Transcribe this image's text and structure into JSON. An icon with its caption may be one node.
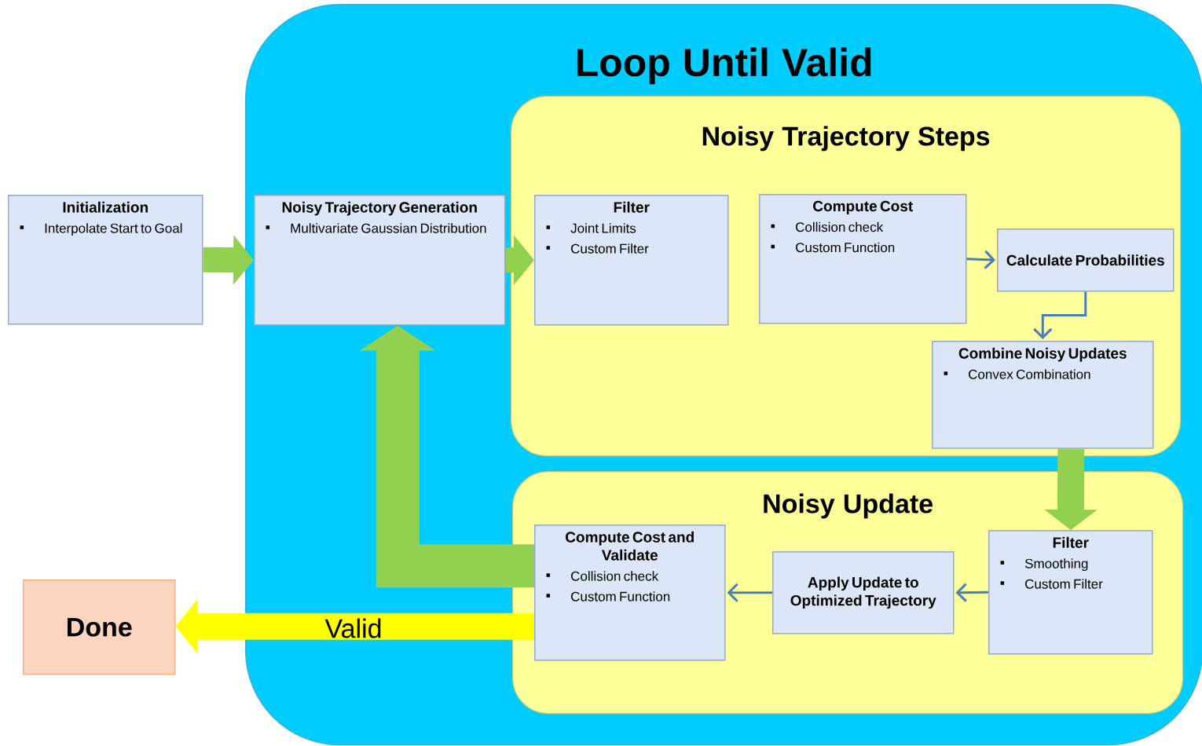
{
  "diagram": {
    "nodes": [
      {
        "text": [
          "Loop Until Valid"
        ]
      },
      {
        "text": [
          "Noisy Trajectory Steps"
        ],
        "in": 0
      },
      {
        "text": [
          "Noisy Update"
        ],
        "in": 0
      },
      {
        "text": [
          "Initialization",
          "Interpolate Start to Goal"
        ]
      },
      {
        "text": [
          "Noisy Trajectory Generation",
          "Multivariate Gaussian Distribution"
        ],
        "in": 0
      },
      {
        "text": [
          "Filter",
          "Joint Limits",
          "Custom Filter"
        ],
        "in": 1
      },
      {
        "text": [
          "Compute Cost",
          "Collision check",
          "Custom Function"
        ],
        "in": 1
      },
      {
        "text": [
          "Calculate Probabilities"
        ],
        "in": 1
      },
      {
        "text": [
          "Combine Noisy Updates",
          "Convex Combination"
        ],
        "in": 1
      },
      {
        "text": [
          "Filter",
          "Smoothing",
          "Custom Filter"
        ],
        "in": 2
      },
      {
        "text": [
          "Apply Update to Optimized Trajectory"
        ],
        "in": 2
      },
      {
        "text": [
          "Compute Cost and Validate",
          "Collision check",
          "Custom Function"
        ],
        "in": 2
      },
      {
        "text": [
          "Done"
        ]
      }
    ],
    "edges": [
      {
        "from": 3,
        "to": 4,
        "arrow": "to",
        "color": "#92d050"
      },
      {
        "from": 4,
        "to": 5,
        "arrow": "to",
        "color": "#92d050"
      },
      {
        "from": 6,
        "to": 7,
        "arrow": "to",
        "color": "#4a7ebb"
      },
      {
        "from": 7,
        "to": 8,
        "arrow": "to",
        "color": "#4a7ebb"
      },
      {
        "from": 8,
        "to": 9,
        "arrow": "to",
        "color": "#92d050"
      },
      {
        "from": 9,
        "to": 10,
        "arrow": "to",
        "color": "#4a7ebb"
      },
      {
        "from": 10,
        "to": 11,
        "arrow": "to",
        "color": "#4a7ebb"
      },
      {
        "from": 11,
        "to": 4,
        "arrow": "to",
        "color": "#92d050"
      },
      {
        "from": 11,
        "to": 12,
        "arrow": "to",
        "color": "#ffff00",
        "label": "Valid"
      }
    ]
  }
}
